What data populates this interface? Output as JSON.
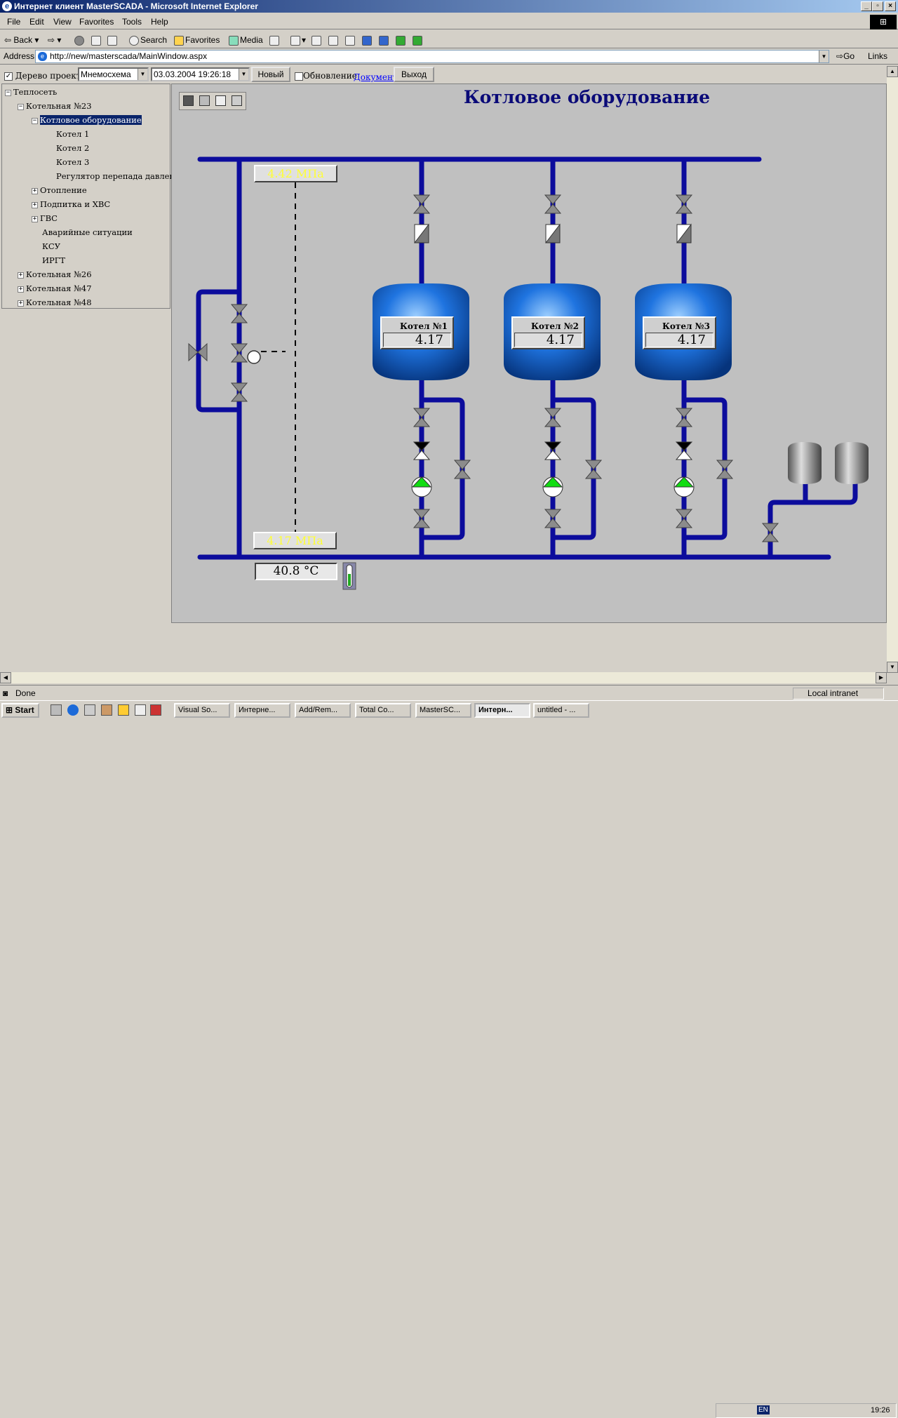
{
  "window": {
    "title": "Интернет клиент MasterSCADA - Microsoft Internet Explorer"
  },
  "menu": [
    "File",
    "Edit",
    "View",
    "Favorites",
    "Tools",
    "Help"
  ],
  "toolbar": {
    "back": "Back",
    "search": "Search",
    "favorites": "Favorites",
    "media": "Media"
  },
  "address": {
    "label": "Address",
    "url": "http://new/masterscada/MainWindow.aspx",
    "go": "Go",
    "links": "Links"
  },
  "controls": {
    "tree_checkbox_label": "Дерево проекта",
    "view_select": "Мнемосхема",
    "datetime_select": "03.03.2004 19:26:18",
    "new_button": "Новый",
    "refresh_label": "Обновление",
    "document_link": "Документ",
    "exit_button": "Выход"
  },
  "tree": [
    {
      "label": "Теплосеть",
      "level": 0,
      "toggle": "−"
    },
    {
      "label": "Котельная №23",
      "level": 1,
      "toggle": "−"
    },
    {
      "label": "Котловое оборудование",
      "level": 2,
      "toggle": "−",
      "selected": true
    },
    {
      "label": "Котел 1",
      "level": 3,
      "toggle": ""
    },
    {
      "label": "Котел 2",
      "level": 3,
      "toggle": ""
    },
    {
      "label": "Котел 3",
      "level": 3,
      "toggle": ""
    },
    {
      "label": "Регулятор перепада давления",
      "level": 3,
      "toggle": ""
    },
    {
      "label": "Отопление",
      "level": 2,
      "toggle": "+"
    },
    {
      "label": "Подпитка и ХВС",
      "level": 2,
      "toggle": "+"
    },
    {
      "label": "ГВС",
      "level": 2,
      "toggle": "+"
    },
    {
      "label": "Аварийные ситуации",
      "level": 2,
      "toggle": ""
    },
    {
      "label": "КСУ",
      "level": 2,
      "toggle": ""
    },
    {
      "label": "ИРГТ",
      "level": 2,
      "toggle": ""
    },
    {
      "label": "Котельная №26",
      "level": 1,
      "toggle": "+"
    },
    {
      "label": "Котельная №47",
      "level": 1,
      "toggle": "+"
    },
    {
      "label": "Котельная №48",
      "level": 1,
      "toggle": "+"
    }
  ],
  "mnemo": {
    "title": "Котловое оборудование",
    "pressure_top": "4.42 МПа",
    "pressure_bottom": "4.17 МПа",
    "temperature": "40.8 °C",
    "boilers": [
      {
        "name": "Котел №1",
        "value": "4.17"
      },
      {
        "name": "Котел №2",
        "value": "4.17"
      },
      {
        "name": "Котел №3",
        "value": "4.17"
      }
    ],
    "colors": {
      "pipe": "#0c0c9c",
      "boiler": "#1a66d0",
      "pump": "#11dd11",
      "title": "#0a0a78",
      "pressure_text": "#ffff33"
    }
  },
  "status": {
    "text": "Done",
    "zone": "Local intranet"
  },
  "taskbar": {
    "start": "Start",
    "tasks": [
      "Visual So...",
      "Интерне...",
      "Add/Rem...",
      "Total Co...",
      "MasterSC...",
      "Интерн...",
      "untitled - ..."
    ],
    "clock": "19:26",
    "lang": "EN"
  }
}
